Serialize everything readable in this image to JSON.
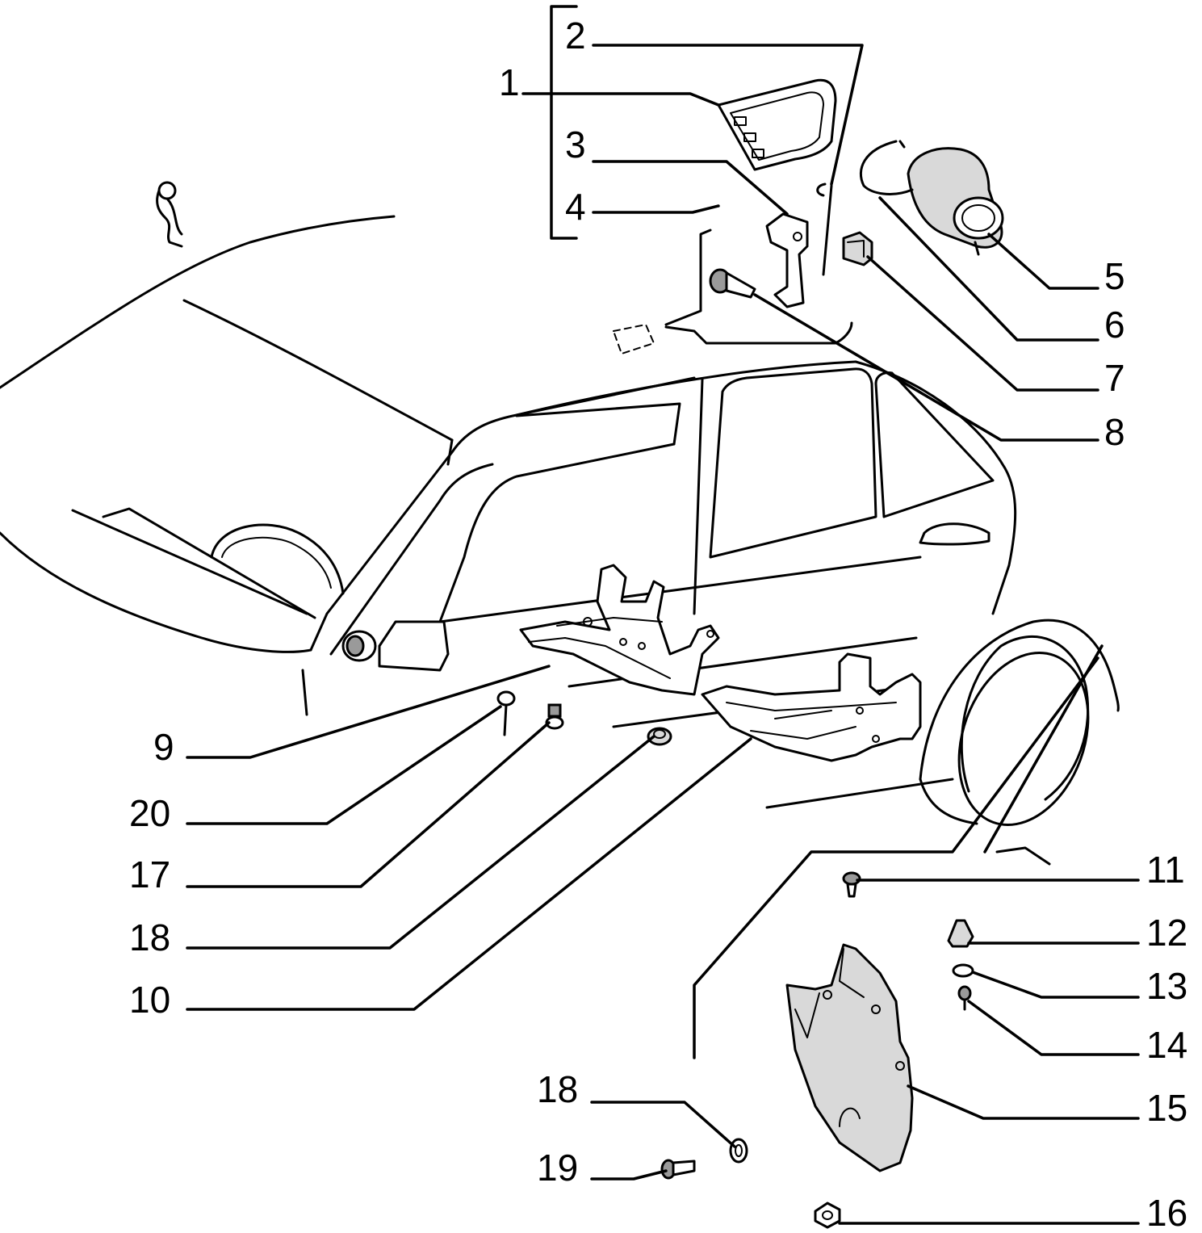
{
  "callouts": [
    {
      "id": "c1",
      "label": "1"
    },
    {
      "id": "c2",
      "label": "2"
    },
    {
      "id": "c3",
      "label": "3"
    },
    {
      "id": "c4",
      "label": "4"
    },
    {
      "id": "c5",
      "label": "5"
    },
    {
      "id": "c6",
      "label": "6"
    },
    {
      "id": "c7",
      "label": "7"
    },
    {
      "id": "c8",
      "label": "8"
    },
    {
      "id": "c9",
      "label": "9"
    },
    {
      "id": "c20",
      "label": "20"
    },
    {
      "id": "c17",
      "label": "17"
    },
    {
      "id": "c18a",
      "label": "18"
    },
    {
      "id": "c10",
      "label": "10"
    },
    {
      "id": "c11",
      "label": "11"
    },
    {
      "id": "c12",
      "label": "12"
    },
    {
      "id": "c13",
      "label": "13"
    },
    {
      "id": "c14",
      "label": "14"
    },
    {
      "id": "c15",
      "label": "15"
    },
    {
      "id": "c18b",
      "label": "18"
    },
    {
      "id": "c19",
      "label": "19"
    },
    {
      "id": "c16",
      "label": "16"
    }
  ]
}
